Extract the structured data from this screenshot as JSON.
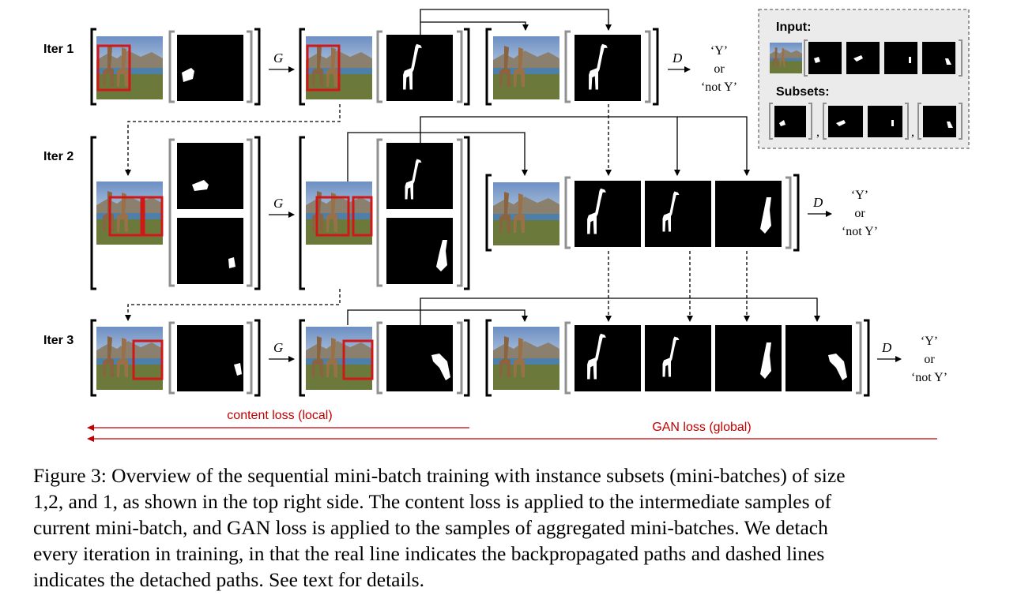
{
  "iterations": [
    "Iter 1",
    "Iter 2",
    "Iter 3"
  ],
  "ops": {
    "generator": "G",
    "discriminator": "D"
  },
  "outputs": [
    "‘Y’",
    "or",
    "‘not Y’"
  ],
  "legend": {
    "input": "Input:",
    "subsets": "Subsets:",
    "separator": ","
  },
  "losses": {
    "content": "content loss (local)",
    "gan": "GAN loss (global)"
  },
  "colors": {
    "loss_arrow": "#c00000",
    "crop_box": "#d01818",
    "bracket": "#909090",
    "sky": "#7fa0c8",
    "ground": "#6b7a3a"
  },
  "caption": {
    "lines": [
      "Figure 3: Overview of the sequential mini-batch training with instance subsets (mini-batches) of size",
      "1,2, and 1, as shown in the top right side. The content loss is applied to the intermediate samples of",
      "current mini-batch, and GAN loss is applied to the samples of aggregated mini-batches. We detach",
      "every iteration in training, in that the real line indicates the backpropagated paths and dashed lines",
      "indicates the detached paths. See text for details."
    ]
  }
}
